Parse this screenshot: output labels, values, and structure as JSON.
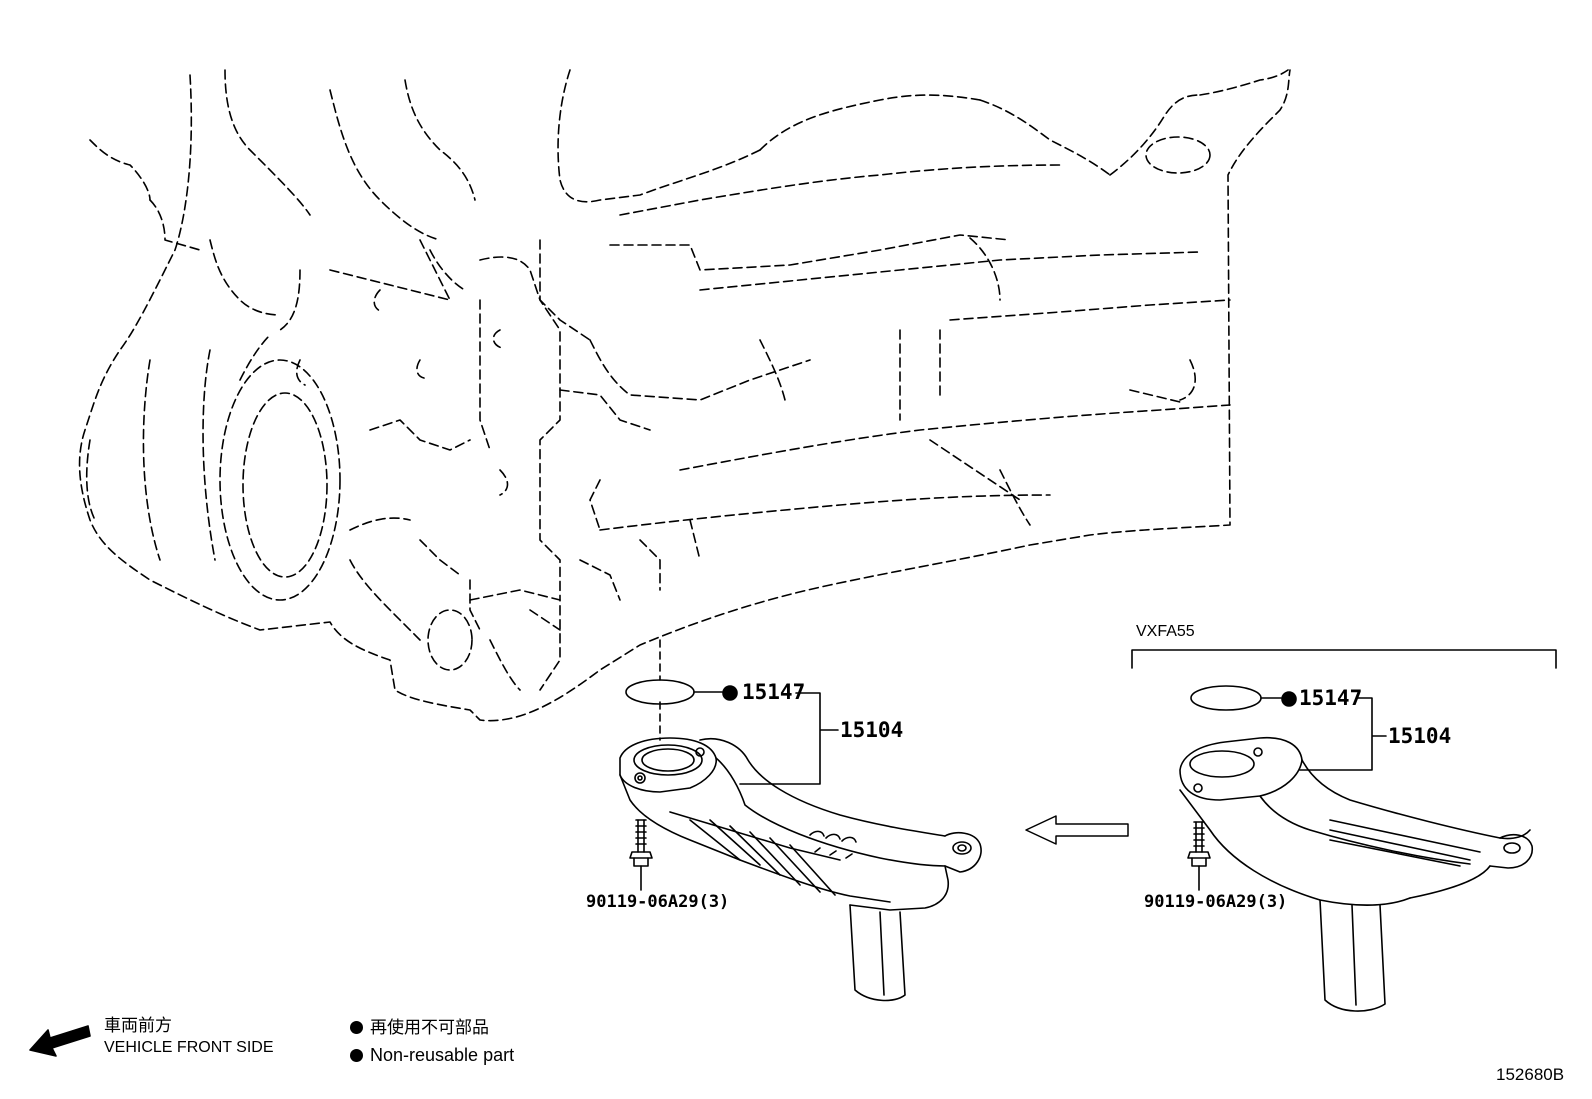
{
  "callouts_left": {
    "gasket": "15147",
    "strainer": "15104",
    "bolt": "90119-06A29(3)"
  },
  "callouts_right": {
    "variant": "VXFA55",
    "gasket": "15147",
    "strainer": "15104",
    "bolt": "90119-06A29(3)"
  },
  "legend": {
    "front_jp": "車両前方",
    "front_en": "VEHICLE FRONT SIDE",
    "nonreuse_jp": "再使用不可部品",
    "nonreuse_en": "Non-reusable part"
  },
  "illustration_code": "152680B",
  "icons": [
    "vehicle-front-arrow-icon",
    "non-reusable-dot-icon",
    "direction-arrow-icon",
    "bolt-icon"
  ],
  "colors": {
    "line": "#000000",
    "background": "#ffffff"
  }
}
